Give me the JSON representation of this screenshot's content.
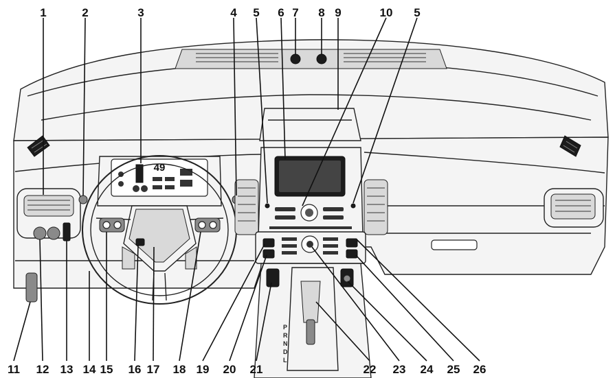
{
  "callouts": [
    {
      "label": "1"
    },
    {
      "label": "2"
    },
    {
      "label": "3"
    },
    {
      "label": "4"
    },
    {
      "label": "5"
    },
    {
      "label": "6"
    },
    {
      "label": "7"
    },
    {
      "label": "8"
    },
    {
      "label": "9"
    },
    {
      "label": "10"
    },
    {
      "label": "5"
    },
    {
      "label": "11"
    },
    {
      "label": "12"
    },
    {
      "label": "13"
    },
    {
      "label": "14"
    },
    {
      "label": "15"
    },
    {
      "label": "16"
    },
    {
      "label": "17"
    },
    {
      "label": "18"
    },
    {
      "label": "19"
    },
    {
      "label": "20"
    },
    {
      "label": "21"
    },
    {
      "label": "22"
    },
    {
      "label": "23"
    },
    {
      "label": "24"
    },
    {
      "label": "25"
    },
    {
      "label": "26"
    }
  ],
  "cluster": {
    "speed": "49"
  },
  "shifter": {
    "letters": [
      "P",
      "R",
      "N",
      "D",
      "L"
    ]
  }
}
